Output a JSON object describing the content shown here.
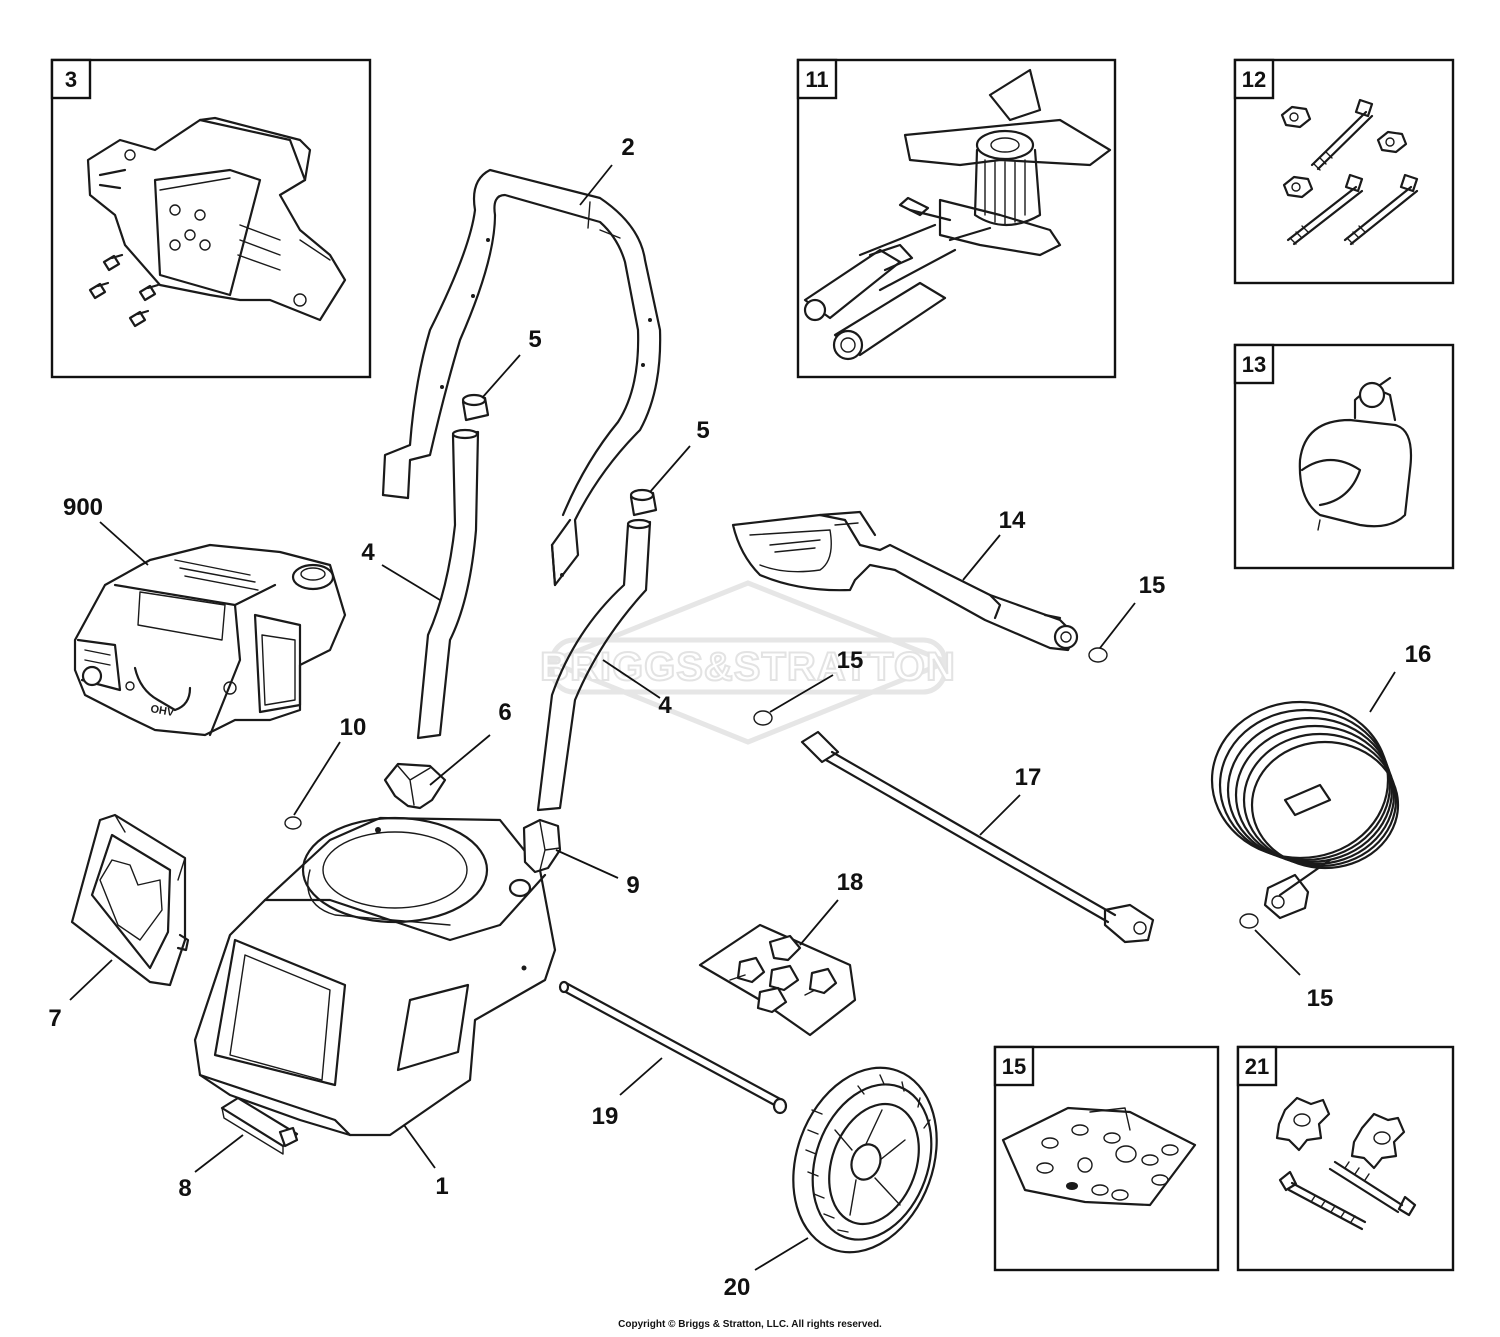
{
  "watermark": {
    "text": "BRIGGS&STRATTON"
  },
  "copyright": "Copyright © Briggs & Stratton, LLC. All rights reserved.",
  "detail_boxes": [
    {
      "id": "box-3",
      "label": "3"
    },
    {
      "id": "box-11",
      "label": "11"
    },
    {
      "id": "box-12",
      "label": "12"
    },
    {
      "id": "box-13",
      "label": "13"
    },
    {
      "id": "box-15",
      "label": "15"
    },
    {
      "id": "box-21",
      "label": "21"
    }
  ],
  "callouts": [
    {
      "id": "c-2",
      "label": "2"
    },
    {
      "id": "c-5a",
      "label": "5"
    },
    {
      "id": "c-5b",
      "label": "5"
    },
    {
      "id": "c-900",
      "label": "900"
    },
    {
      "id": "c-4a",
      "label": "4"
    },
    {
      "id": "c-4b",
      "label": "4"
    },
    {
      "id": "c-14",
      "label": "14"
    },
    {
      "id": "c-15a",
      "label": "15"
    },
    {
      "id": "c-15b",
      "label": "15"
    },
    {
      "id": "c-16",
      "label": "16"
    },
    {
      "id": "c-10",
      "label": "10"
    },
    {
      "id": "c-6",
      "label": "6"
    },
    {
      "id": "c-17",
      "label": "17"
    },
    {
      "id": "c-9",
      "label": "9"
    },
    {
      "id": "c-18",
      "label": "18"
    },
    {
      "id": "c-15c",
      "label": "15"
    },
    {
      "id": "c-7",
      "label": "7"
    },
    {
      "id": "c-19",
      "label": "19"
    },
    {
      "id": "c-8",
      "label": "8"
    },
    {
      "id": "c-1",
      "label": "1"
    },
    {
      "id": "c-20",
      "label": "20"
    }
  ]
}
